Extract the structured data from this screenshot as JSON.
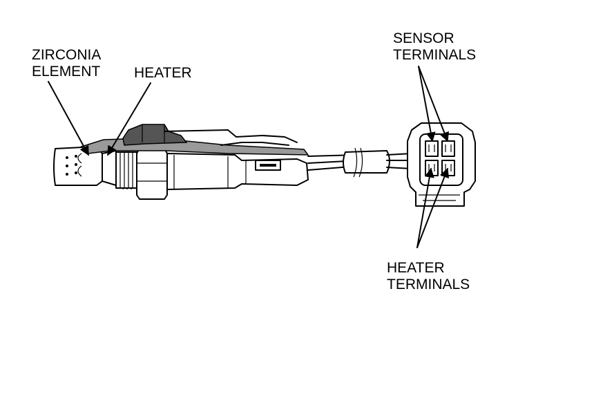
{
  "labels": {
    "zirconia_element": [
      "ZIRCONIA",
      "ELEMENT"
    ],
    "heater": "HEATER",
    "sensor_terminals": [
      "SENSOR",
      "TERMINALS"
    ],
    "heater_terminals": [
      "HEATER",
      "TERMINALS"
    ]
  },
  "colors": {
    "line": "#000000",
    "background": "#ffffff",
    "shading": "#9a9a9a"
  }
}
